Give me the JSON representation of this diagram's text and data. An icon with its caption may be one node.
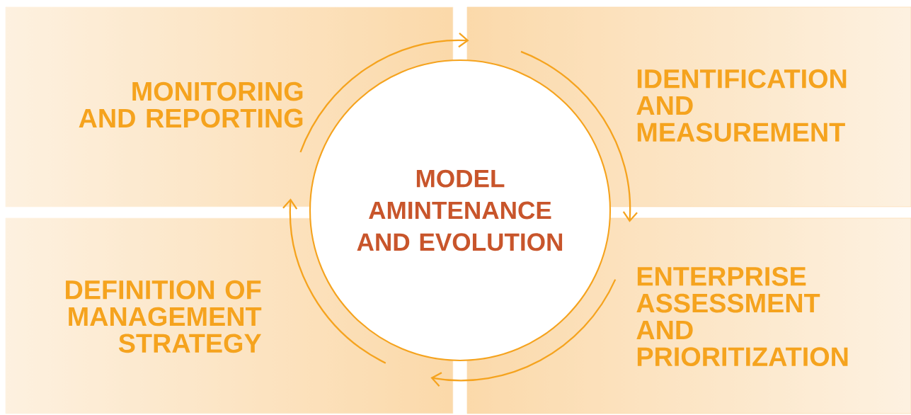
{
  "diagram": {
    "nodes": [
      {
        "text": [
          "MONITORING AND REPORTING"
        ]
      },
      {
        "text": [
          "IDENTIFICATION AND MEASUREMENT"
        ]
      },
      {
        "text": [
          "DEFINITION OF MANAGEMENT STRATEGY"
        ]
      },
      {
        "text": [
          "ENTERPRISE ASSESSMENT AND PRIORITIZATION"
        ]
      },
      {
        "text": [
          "MODEL AMINTENANCE AND EVOLUTION"
        ]
      }
    ],
    "edges": [
      {
        "from": 0,
        "to": 1,
        "arrow": "to"
      },
      {
        "from": 1,
        "to": 3,
        "arrow": "to"
      },
      {
        "from": 3,
        "to": 2,
        "arrow": "to"
      },
      {
        "from": 2,
        "to": 0,
        "arrow": "to"
      }
    ]
  }
}
